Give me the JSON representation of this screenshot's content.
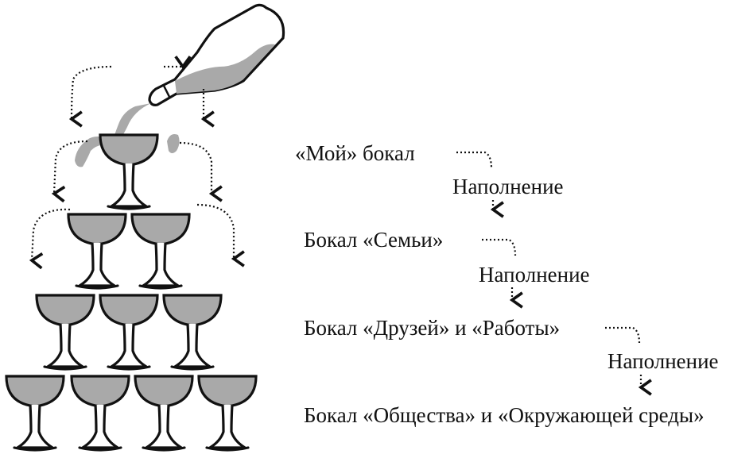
{
  "levels": [
    {
      "label": "«Мой» бокал",
      "glasses": 1
    },
    {
      "label": "Бокал «Семьи»",
      "glasses": 2
    },
    {
      "label": "Бокал «Друзей» и «Работы»",
      "glasses": 3
    },
    {
      "label": "Бокал «Общества» и «Окружающей среды»",
      "glasses": 4
    }
  ],
  "transitions": [
    {
      "label": "Наполнение"
    },
    {
      "label": "Наполнение"
    },
    {
      "label": "Наполнение"
    }
  ],
  "colors": {
    "liquid": "#a9a9a9",
    "outline": "#111111",
    "background": "#ffffff"
  }
}
